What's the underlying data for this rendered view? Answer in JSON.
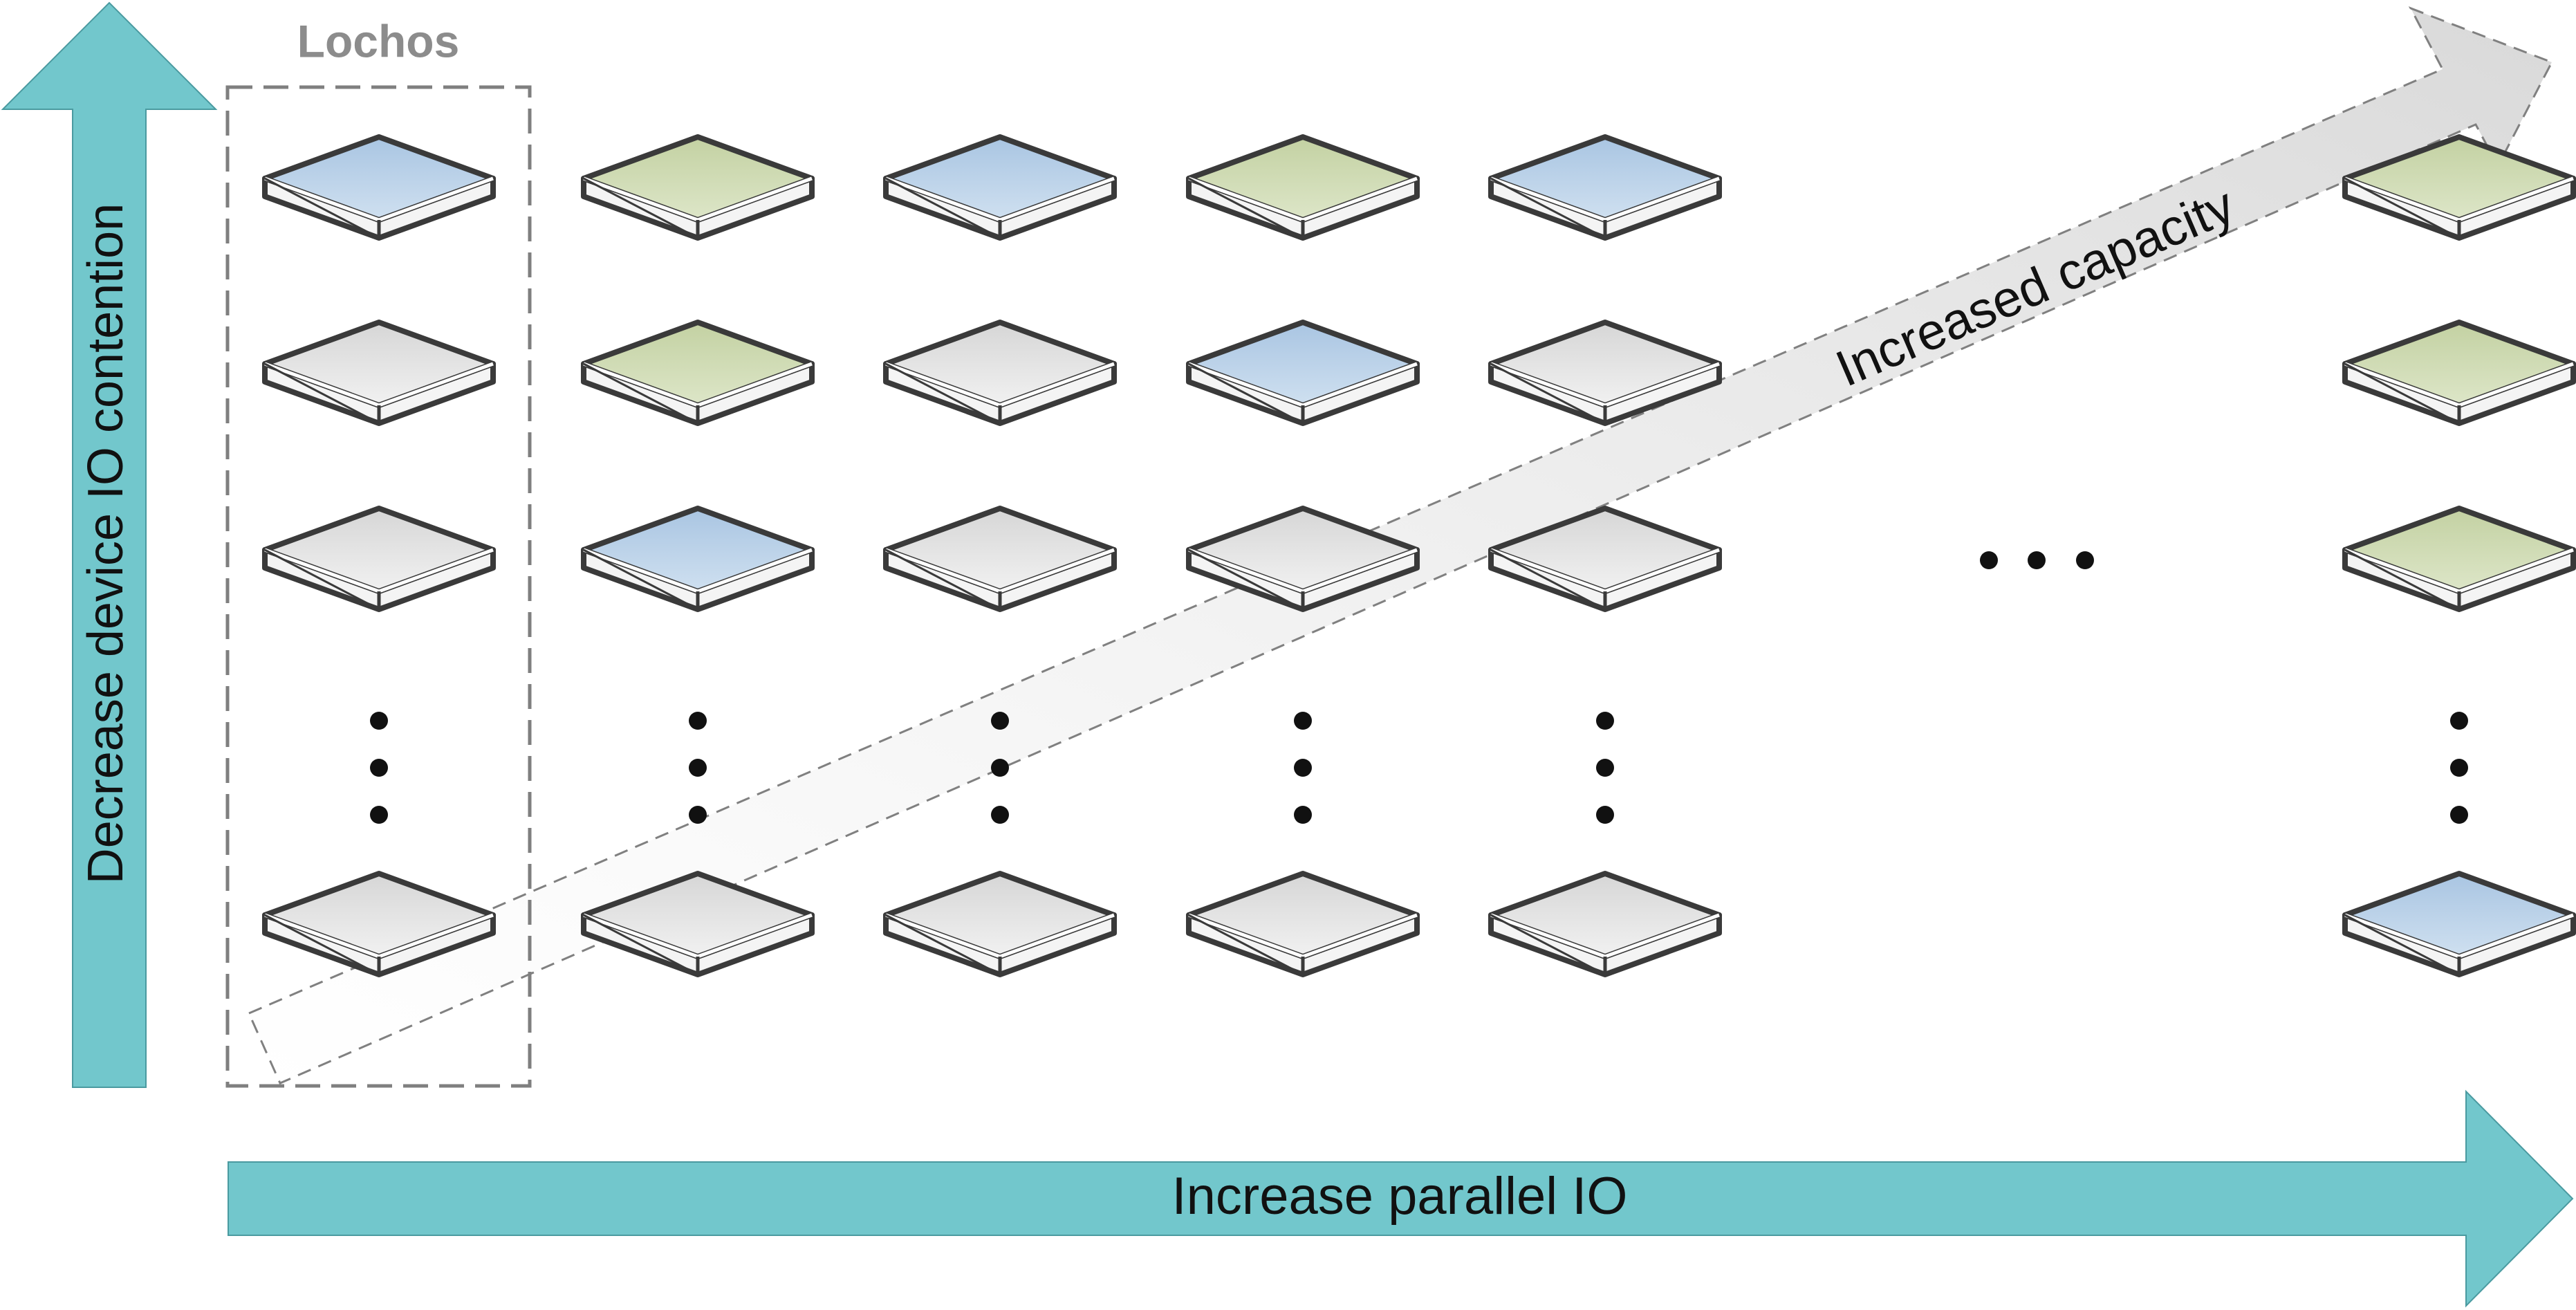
{
  "labels": {
    "lochos": "Lochos",
    "vertical_axis": "Decrease device IO contention",
    "horizontal_axis": "Increase parallel IO",
    "capacity_arrow": "Increased capacity"
  },
  "colors": {
    "axis_arrow": "#72c7cc",
    "axis_arrow_stroke": "#4a9aa0",
    "capacity_arrow_fill": "#ececec",
    "capacity_arrow_stroke": "#808080",
    "lochos_box": "#7f7f7f",
    "lochos_text": "#8c8c8c",
    "device_outline": "#3a3a3a",
    "device_gray": "#e6e6e6",
    "device_blue": "#bcd3e8",
    "device_green": "#cfdab5",
    "dots": "#111111"
  },
  "device_grid": {
    "rows": [
      "row-1",
      "row-2",
      "row-3",
      "ellipsis",
      "row-last"
    ],
    "columns": [
      {
        "name": "column-1",
        "devices": [
          "blue",
          "gray",
          "gray",
          "gray"
        ]
      },
      {
        "name": "column-2",
        "devices": [
          "green",
          "green",
          "blue",
          "gray"
        ]
      },
      {
        "name": "column-3",
        "devices": [
          "blue",
          "gray",
          "gray",
          "gray"
        ]
      },
      {
        "name": "column-4",
        "devices": [
          "green",
          "blue",
          "gray",
          "gray"
        ]
      },
      {
        "name": "column-5",
        "devices": [
          "blue",
          "gray",
          "gray",
          "gray"
        ]
      },
      {
        "name": "column-last",
        "devices": [
          "green",
          "green",
          "green",
          "blue"
        ]
      }
    ]
  }
}
